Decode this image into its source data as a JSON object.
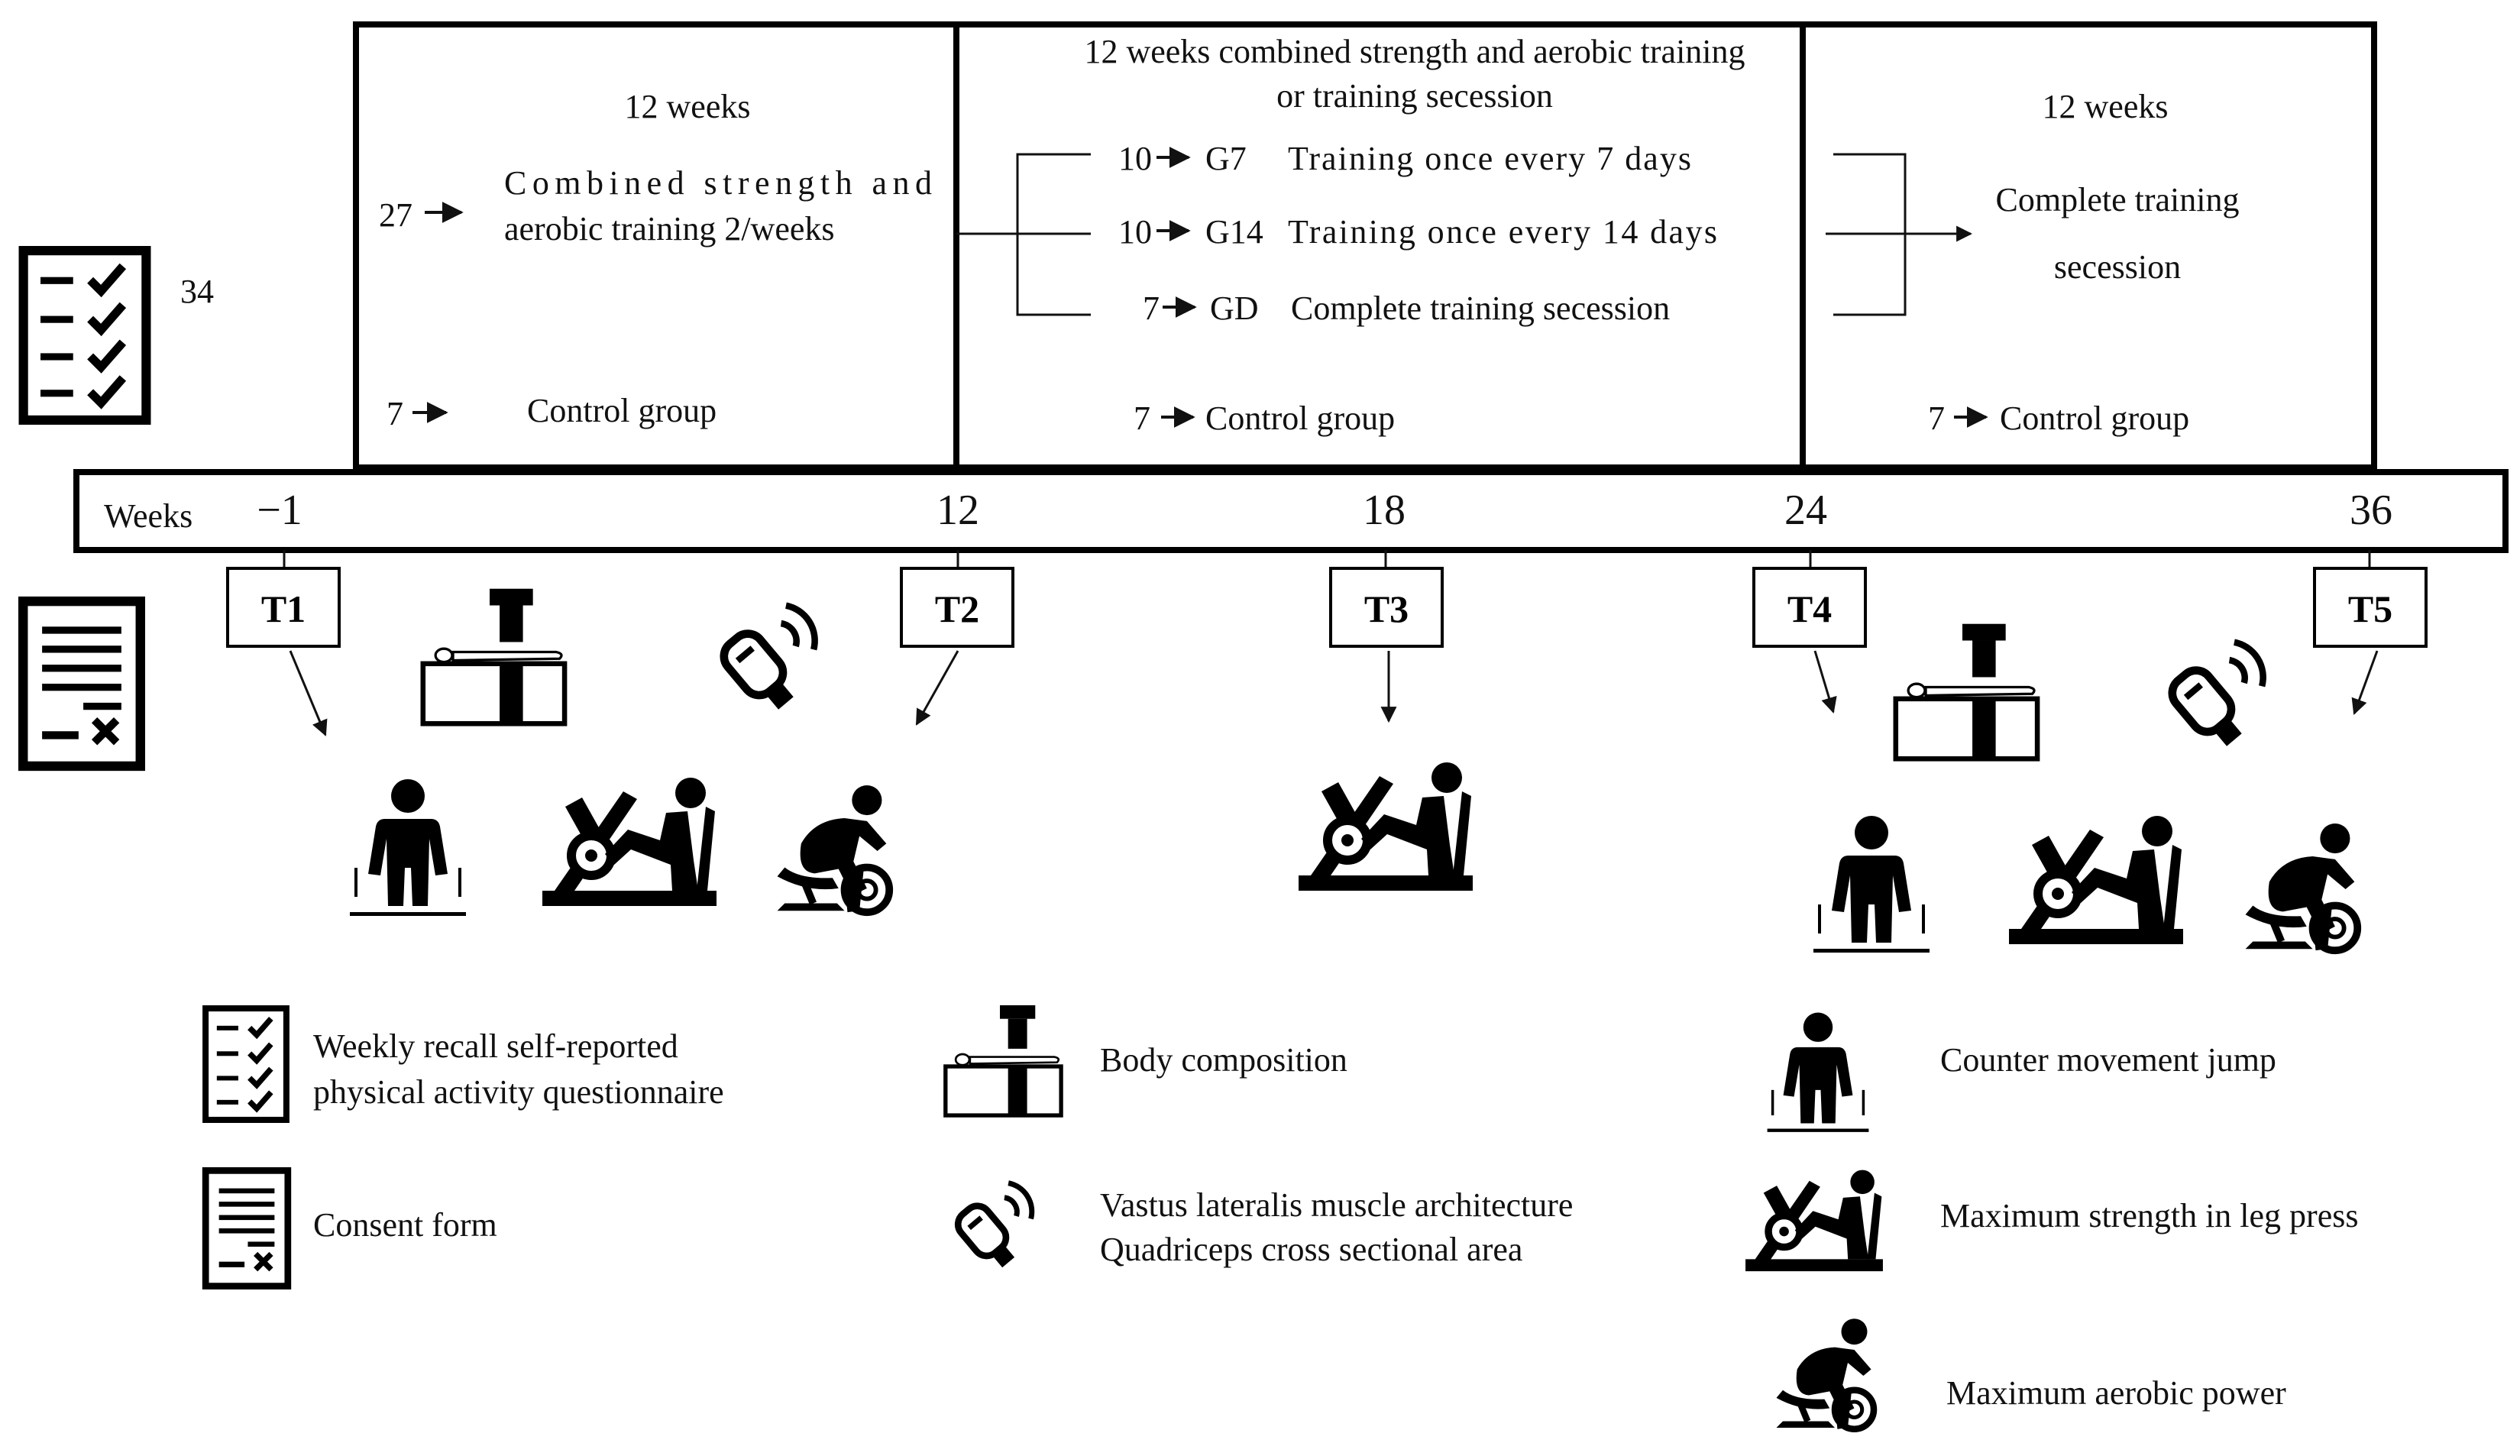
{
  "participants": {
    "total": "34"
  },
  "phase1": {
    "duration": "12 weeks",
    "training_count": "27",
    "training_line1": "Combined strength and",
    "training_line2": "aerobic training 2/weeks",
    "control_count": "7",
    "control_label": "Control group"
  },
  "phase2": {
    "title_line1": "12 weeks combined strength and aerobic training",
    "title_line2": "or training secession",
    "groups": [
      {
        "count": "10",
        "code": "G7",
        "desc": "Training once every 7 days"
      },
      {
        "count": "10",
        "code": "G14",
        "desc": "Training once every 14 days"
      },
      {
        "count": "7",
        "code": "GD",
        "desc": "Complete training secession"
      }
    ],
    "control_count": "7",
    "control_label": "Control group"
  },
  "phase3": {
    "duration": "12 weeks",
    "desc_line1": "Complete training",
    "desc_line2": "secession",
    "control_count": "7",
    "control_label": "Control group"
  },
  "timeline": {
    "label": "Weeks",
    "ticks": [
      "−1",
      "12",
      "18",
      "24",
      "36"
    ],
    "timepoints": [
      "T1",
      "T2",
      "T3",
      "T4",
      "T5"
    ]
  },
  "legend": {
    "questionnaire_line1": "Weekly recall self-reported",
    "questionnaire_line2": "physical activity questionnaire",
    "consent": "Consent form",
    "body_composition": "Body composition",
    "ultrasound_line1": "Vastus lateralis muscle architecture",
    "ultrasound_line2": "Quadriceps cross sectional area",
    "cmj": "Counter movement jump",
    "leg_press": "Maximum strength in leg press",
    "aerobic": "Maximum aerobic power"
  },
  "icons": {
    "questionnaire": "checklist-icon",
    "consent": "consent-form-icon",
    "dxa": "dxa-scanner-icon",
    "ultrasound": "ultrasound-probe-icon",
    "jump": "jump-icon",
    "leg_press": "leg-press-icon",
    "bike": "cycle-ergometer-icon"
  }
}
